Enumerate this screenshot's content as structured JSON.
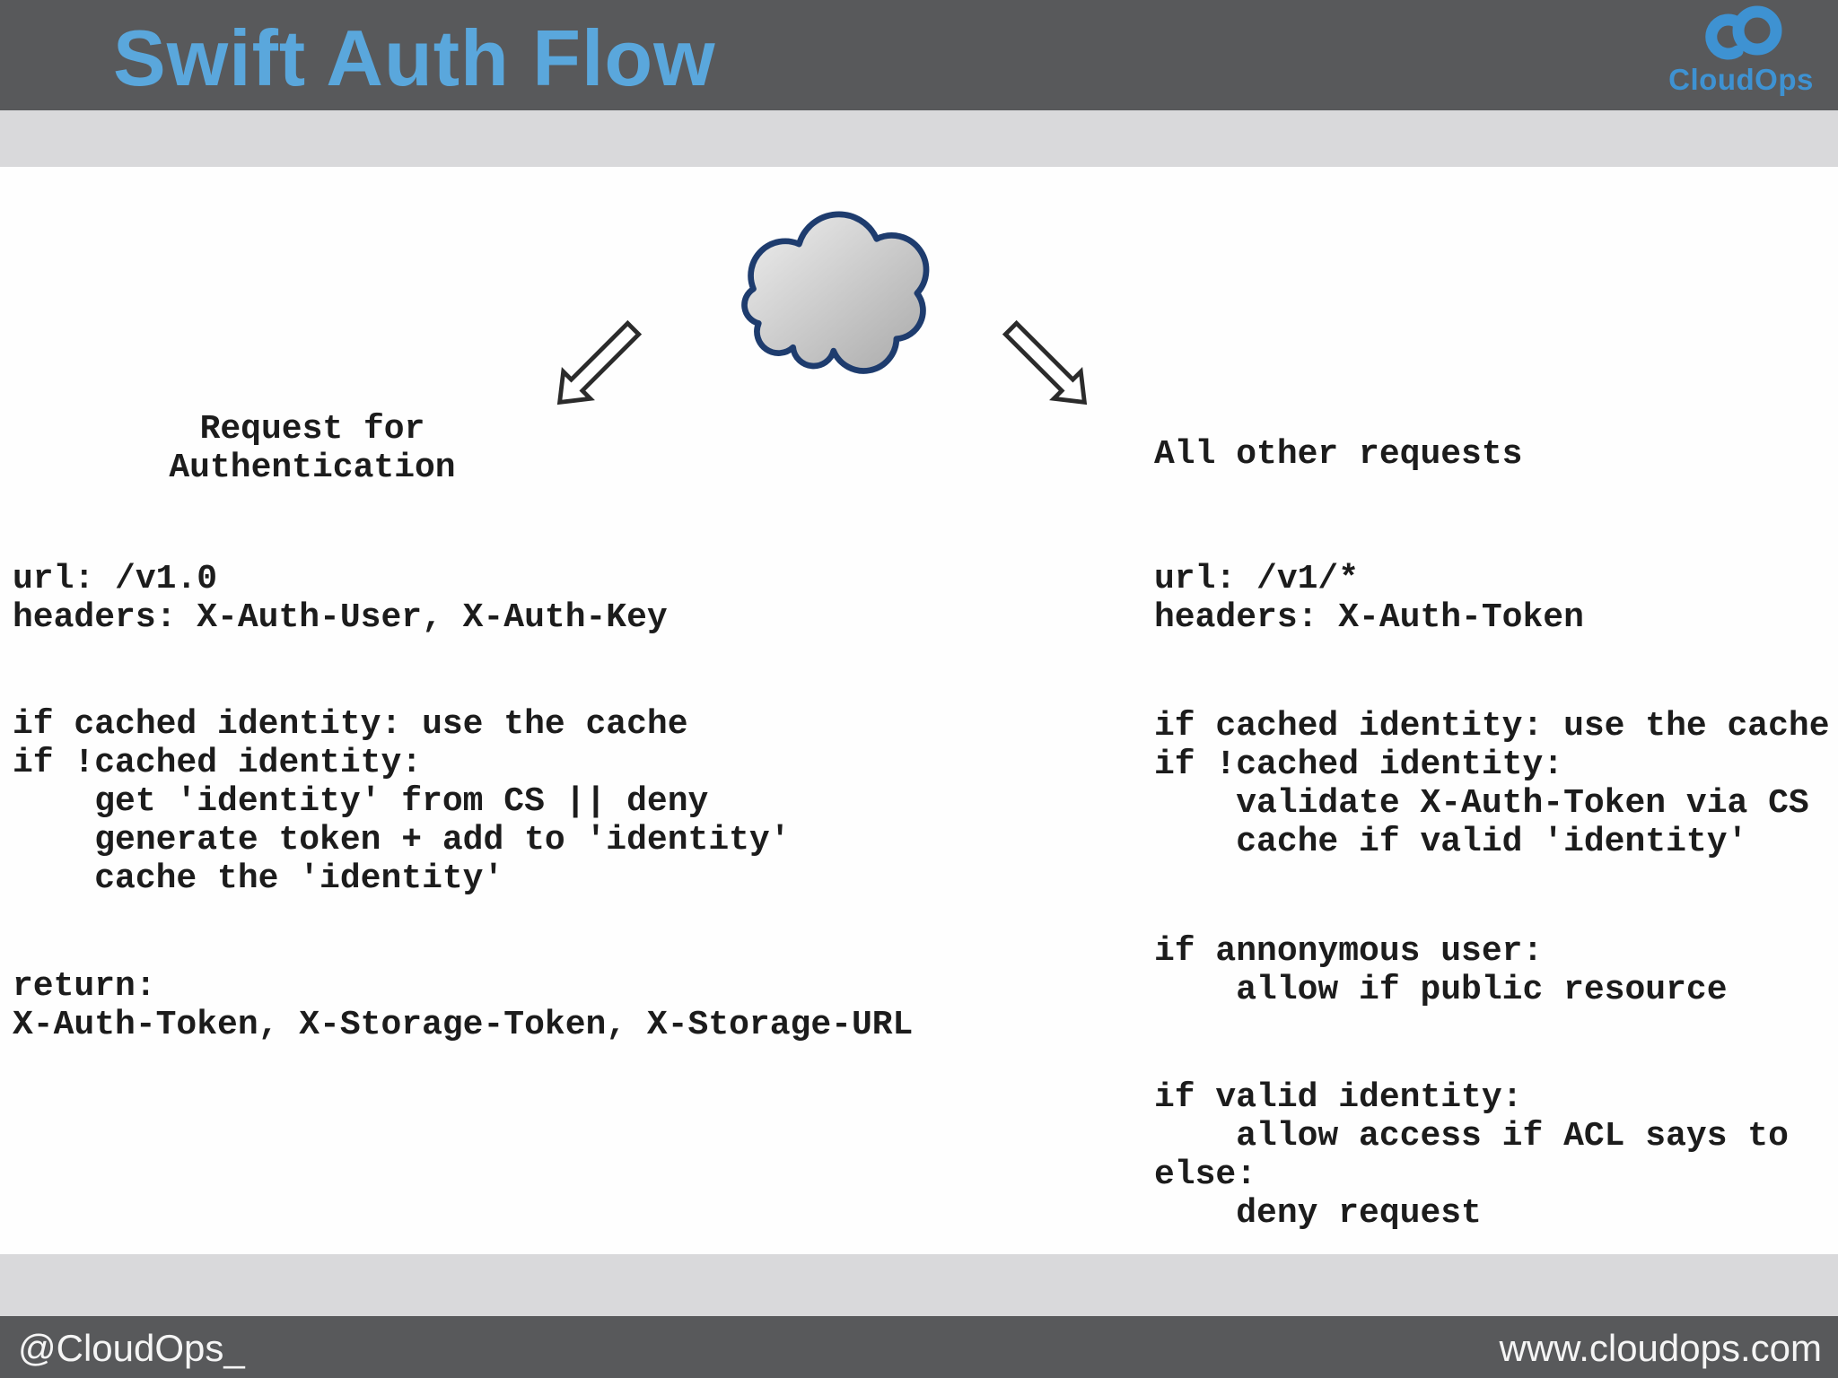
{
  "header": {
    "title": "Swift Auth Flow",
    "logo_text": "CloudOps"
  },
  "flow": {
    "cloud_icon": "cloud",
    "left": {
      "label": "Request for\nAuthentication",
      "request": "url: /v1.0\nheaders: X-Auth-User, X-Auth-Key",
      "logic": "if cached identity: use the cache\nif !cached identity:\n    get 'identity' from CS || deny\n    generate token + add to 'identity'\n    cache the 'identity'",
      "result": "return:\nX-Auth-Token, X-Storage-Token, X-Storage-URL"
    },
    "right": {
      "label": "All other requests",
      "request": "url: /v1/*\nheaders: X-Auth-Token",
      "logic": "if cached identity: use the cache\nif !cached identity:\n    validate X-Auth-Token via CS\n    cache if valid 'identity'",
      "anonymous": "if annonymous user:\n    allow if public resource",
      "valid": "if valid identity:\n    allow access if ACL says to\nelse:\n    deny request"
    }
  },
  "footer": {
    "handle": "@CloudOps_",
    "site": "www.cloudops.com"
  },
  "colors": {
    "header_bg": "#58595b",
    "title_blue": "#5aa7dc",
    "band_gray": "#d9d9db",
    "logo_blue": "#3e92d2",
    "cloud_stroke": "#1e3c6e",
    "cloud_fill_light": "#ededed",
    "cloud_fill_dark": "#a9a9a9",
    "body_text": "#1c1c1c",
    "footer_text": "#f5f5f5"
  }
}
